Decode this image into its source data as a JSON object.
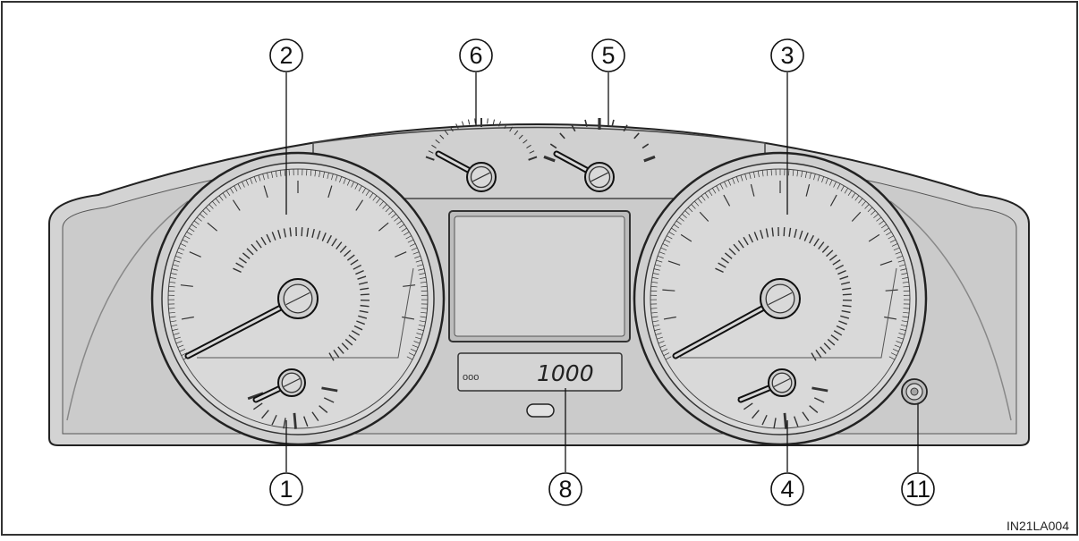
{
  "figure_id": "IN21LA004",
  "odometer": {
    "reading": "1000",
    "indicator": "ooo"
  },
  "callouts": [
    {
      "label": "1"
    },
    {
      "label": "2"
    },
    {
      "label": "3"
    },
    {
      "label": "4"
    },
    {
      "label": "5"
    },
    {
      "label": "6"
    },
    {
      "label": "8"
    },
    {
      "label": "11"
    }
  ],
  "colors": {
    "panel": "#d5d5d5",
    "panel_dark": "#c2c2c2",
    "outline": "#222222",
    "screen": "#cfcfcf"
  }
}
